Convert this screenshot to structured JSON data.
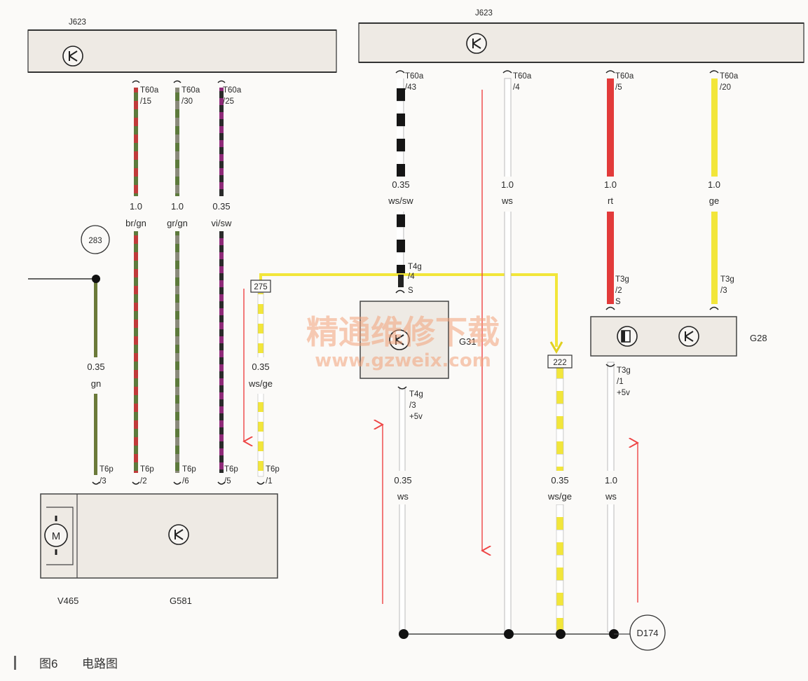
{
  "colors": {
    "connector_fill": "#eeeae4",
    "connector_stroke": "#555555",
    "wire_red": "#e23a3a",
    "wire_yellow": "#f2e63a",
    "wire_green": "#6b7a3a",
    "wire_violet": "#8e2a78",
    "wire_black": "#1a1a1a",
    "arrow_red": "#ee4444",
    "watermark": "#f2a27a"
  },
  "icons": {
    "sensor": "circle-k-sensor-icon",
    "motor": "motor-m-icon",
    "switch": "switch-box-icon",
    "ground": "ground-dot-icon"
  },
  "modules": {
    "left_bus_label": "J623",
    "right_bus_label": "J623",
    "g31_label": "G31",
    "g28_label": "G28",
    "g581_label": "G581",
    "v465_label": "V465",
    "motor_letter": "M"
  },
  "circles": {
    "ref_283": "283",
    "ref_d174": "D174"
  },
  "boxes": {
    "box_275": "275",
    "box_222": "222"
  },
  "pins": {
    "w15_conn": "T60a",
    "w15_pin": "/15",
    "w30_conn": "T60a",
    "w30_pin": "/30",
    "w25_conn": "T60a",
    "w25_pin": "/25",
    "w43_conn": "T60a",
    "w43_pin": "/43",
    "w4_conn": "T60a",
    "w4_pin": "/4",
    "w5_conn": "T60a",
    "w5_pin": "/5",
    "w20_conn": "T60a",
    "w20_pin": "/20",
    "g31_top_conn": "T4g",
    "g31_top_pin": "/4",
    "g31_top_sig": "S",
    "g31_bot_conn": "T4g",
    "g31_bot_pin": "/3",
    "g31_bot_sig": "+5v",
    "g28_in2_conn": "T3g",
    "g28_in2_pin": "/2",
    "g28_in2_sig": "S",
    "g28_in3_conn": "T3g",
    "g28_in3_pin": "/3",
    "g28_out_conn": "T3g",
    "g28_out_pin": "/1",
    "g28_out_sig": "+5v",
    "t6p_3_conn": "T6p",
    "t6p_3_pin": "/3",
    "t6p_2_conn": "T6p",
    "t6p_2_pin": "/2",
    "t6p_6_conn": "T6p",
    "t6p_6_pin": "/6",
    "t6p_5_conn": "T6p",
    "t6p_5_pin": "/5",
    "t6p_1_conn": "T6p",
    "t6p_1_pin": "/1"
  },
  "wires": {
    "brgn_size": "1.0",
    "brgn_color": "br/gn",
    "grgn_size": "1.0",
    "grgn_color": "gr/gn",
    "visw_size": "0.35",
    "visw_color": "vi/sw",
    "gn_size": "0.35",
    "gn_color": "gn",
    "wsge1_size": "0.35",
    "wsge1_color": "ws/ge",
    "wssw_size": "0.35",
    "wssw_color": "ws/sw",
    "ws4_size": "1.0",
    "ws4_color": "ws",
    "rt_size": "1.0",
    "rt_color": "rt",
    "ge_size": "1.0",
    "ge_color": "ge",
    "ws035_size": "0.35",
    "ws035_color": "ws",
    "wsge2_size": "0.35",
    "wsge2_color": "ws/ge",
    "ws10_size": "1.0",
    "ws10_color": "ws"
  },
  "watermark": {
    "cn": "精通维修下载",
    "url": "www.gzweix.com"
  },
  "caption": {
    "figure": "图6",
    "title": "电路图"
  }
}
